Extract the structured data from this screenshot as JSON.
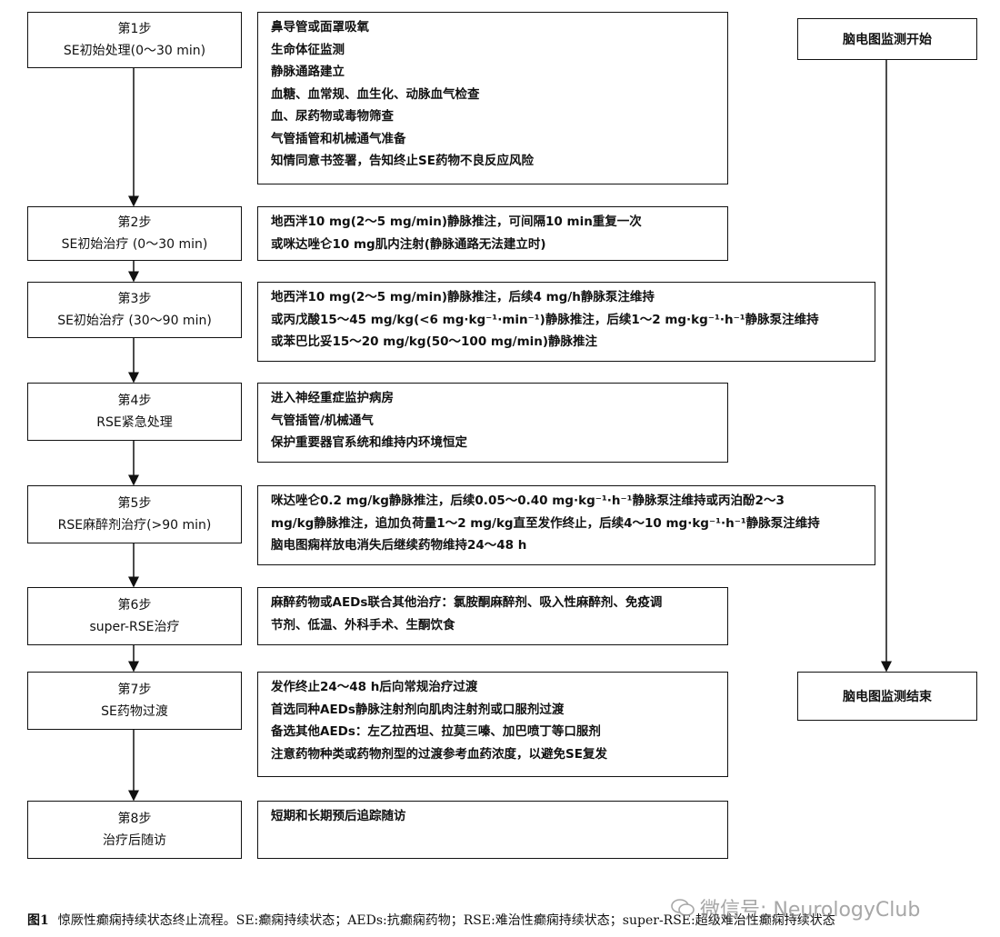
{
  "steps": [
    {
      "num": "第1步",
      "title": "SE初始处理(0～30 min)",
      "details": [
        "鼻导管或面罩吸氧",
        "生命体征监测",
        "静脉通路建立",
        "血糖、血常规、血生化、动脉血气检查",
        "血、尿药物或毒物筛查",
        "气管插管和机械通气准备",
        "知情同意书签署，告知终止SE药物不良反应风险"
      ]
    },
    {
      "num": "第2步",
      "title": "SE初始治疗 (0～30 min)",
      "details": [
        "地西泮10 mg(2～5 mg/min)静脉推注，可间隔10 min重复一次",
        "或咪达唑仑10 mg肌内注射(静脉通路无法建立时)"
      ]
    },
    {
      "num": "第3步",
      "title": "SE初始治疗 (30～90 min)",
      "details": [
        "地西泮10 mg(2～5 mg/min)静脉推注，后续4 mg/h静脉泵注维持",
        "或丙戊酸15～45 mg/kg(<6 mg·kg⁻¹·min⁻¹)静脉推注，后续1～2 mg·kg⁻¹·h⁻¹静脉泵注维持",
        "或苯巴比妥15～20 mg/kg(50～100 mg/min)静脉推注"
      ]
    },
    {
      "num": "第4步",
      "title": "RSE紧急处理",
      "details": [
        "进入神经重症监护病房",
        "气管插管/机械通气",
        "保护重要器官系统和维持内环境恒定"
      ]
    },
    {
      "num": "第5步",
      "title": "RSE麻醉剂治疗(>90 min)",
      "details": [
        "咪达唑仑0.2 mg/kg静脉推注，后续0.05～0.40 mg·kg⁻¹·h⁻¹静脉泵注维持或丙泊酚2～3",
        "mg/kg静脉推注，追加负荷量1～2 mg/kg直至发作终止，后续4～10 mg·kg⁻¹·h⁻¹静脉泵注维持",
        "脑电图痫样放电消失后继续药物维持24～48 h"
      ]
    },
    {
      "num": "第6步",
      "title": "super-RSE治疗",
      "details": [
        "麻醉药物或AEDs联合其他治疗：氯胺酮麻醉剂、吸入性麻醉剂、免疫调",
        "节剂、低温、外科手术、生酮饮食"
      ]
    },
    {
      "num": "第7步",
      "title": "SE药物过渡",
      "details": [
        "发作终止24～48 h后向常规治疗过渡",
        "首选同种AEDs静脉注射剂向肌肉注射剂或口服剂过渡",
        "备选其他AEDs：左乙拉西坦、拉莫三嗪、加巴喷丁等口服剂",
        "注意药物种类或药物剂型的过渡参考血药浓度，以避免SE复发"
      ]
    },
    {
      "num": "第8步",
      "title": "治疗后随访",
      "details": [
        "短期和长期预后追踪随访"
      ]
    }
  ],
  "eeg": {
    "start": "脑电图监测开始",
    "end": "脑电图监测结束"
  },
  "caption": {
    "fig": "图1",
    "text": "惊厥性癫痫持续状态终止流程。SE:癫痫持续状态；AEDs:抗癫痫药物；RSE:难治性癫痫持续状态；super-RSE:超级难治性癫痫持续状态"
  },
  "watermark": "微信号: NeurologyClub"
}
